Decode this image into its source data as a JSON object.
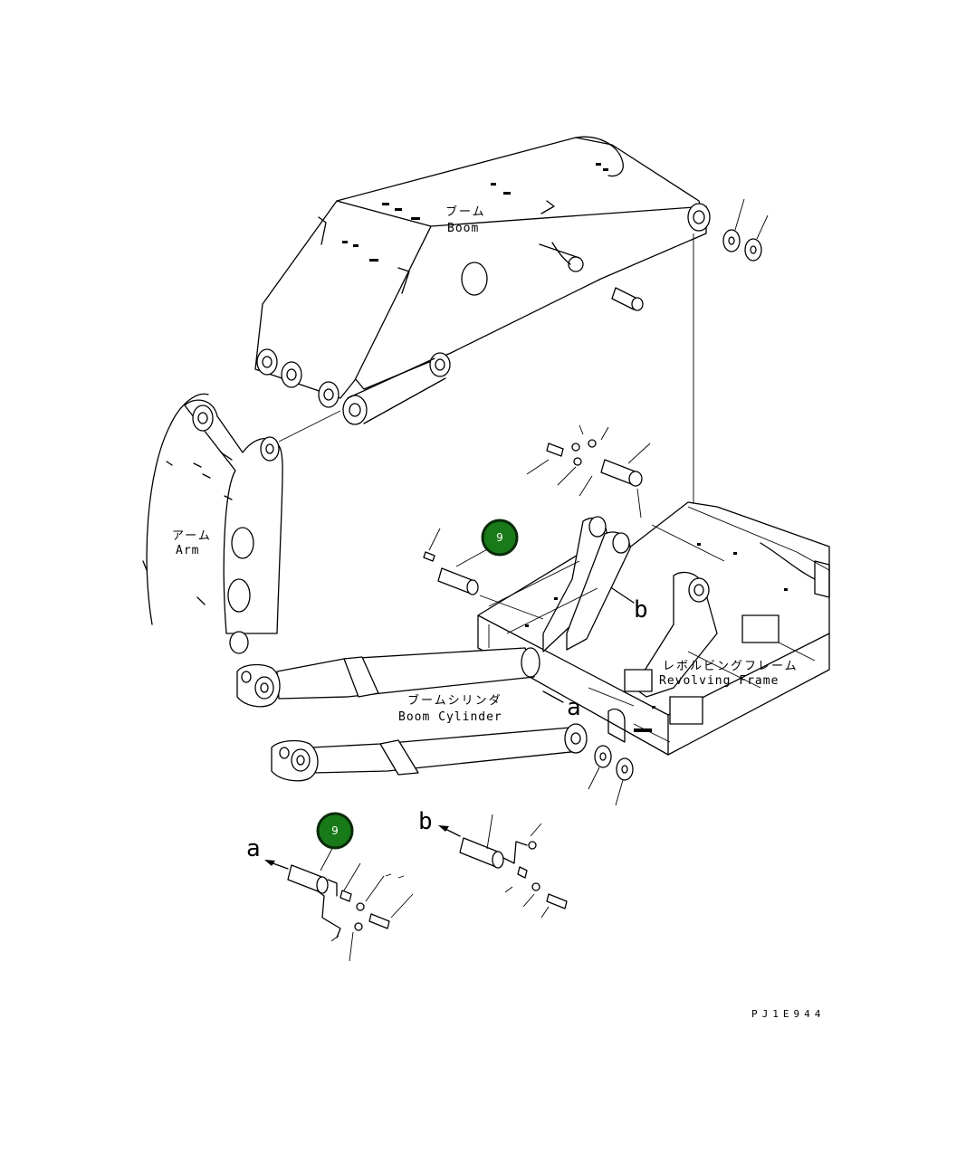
{
  "labels": {
    "boom_jp": "ブーム",
    "boom_en": "Boom",
    "arm_jp": "アーム",
    "arm_en": "Arm",
    "frame_jp": "レボルビングフレーム",
    "frame_en": "Revolving Frame",
    "cylinder_jp": "ブームシリンダ",
    "cylinder_en": "Boom Cylinder"
  },
  "references": {
    "a_main": "a",
    "b_main": "b",
    "a_detail": "a",
    "b_detail": "b"
  },
  "callouts": [
    {
      "number": "9"
    },
    {
      "number": "9"
    }
  ],
  "drawing_code": "PJ1E944",
  "colors": {
    "callout_fill": "#187a18",
    "line": "#000000",
    "background": "#ffffff"
  }
}
